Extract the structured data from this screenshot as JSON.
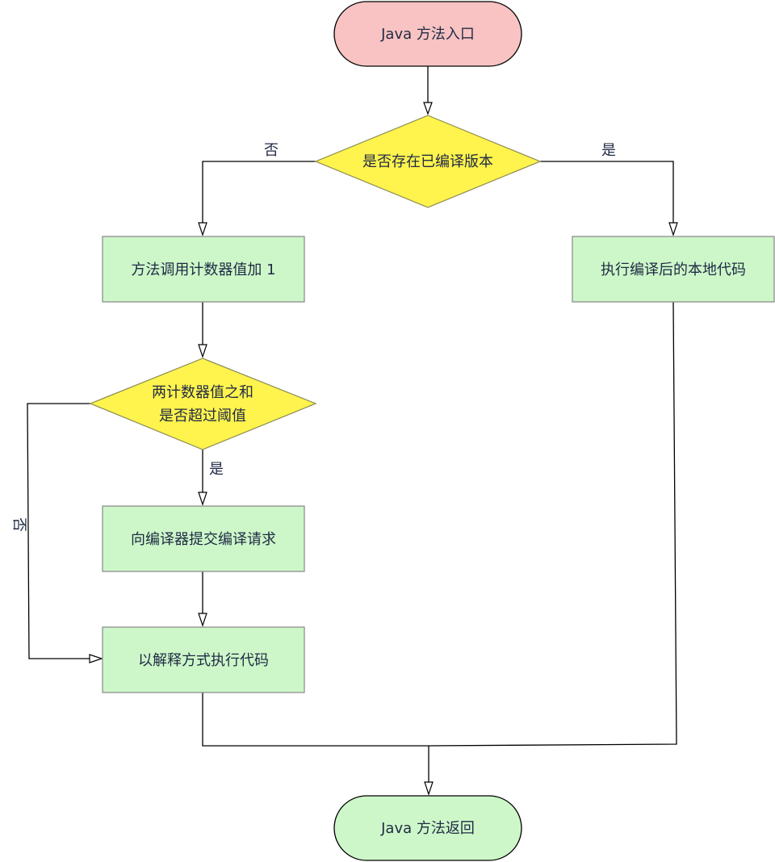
{
  "nodes": {
    "start": {
      "label": "Java 方法入口",
      "fill": "#f8c3c2",
      "stroke": "#000000"
    },
    "check_compiled": {
      "label": "是否存在已编译版本",
      "fill": "#fff34e",
      "stroke": "#8a8a50"
    },
    "increment_counter": {
      "label": "方法调用计数器值加 1",
      "fill": "#cdf7c9",
      "stroke": "#8e8e8e"
    },
    "run_native": {
      "label": "执行编译后的本地代码",
      "fill": "#cdf7c9",
      "stroke": "#8e8e8e"
    },
    "check_threshold": {
      "line1": "两计数器值之和",
      "line2": "是否超过阈值",
      "fill": "#fff34e",
      "stroke": "#8a8a50"
    },
    "submit_compile": {
      "label": "向编译器提交编译请求",
      "fill": "#cdf7c9",
      "stroke": "#8e8e8e"
    },
    "interpret": {
      "label": "以解释方式执行代码",
      "fill": "#cdf7c9",
      "stroke": "#8e8e8e"
    },
    "end": {
      "label": "Java 方法返回",
      "fill": "#cdf7c9",
      "stroke": "#000000"
    }
  },
  "edge_labels": {
    "compiled_no": "否",
    "compiled_yes": "是",
    "threshold_yes": "是",
    "threshold_no": "否"
  }
}
